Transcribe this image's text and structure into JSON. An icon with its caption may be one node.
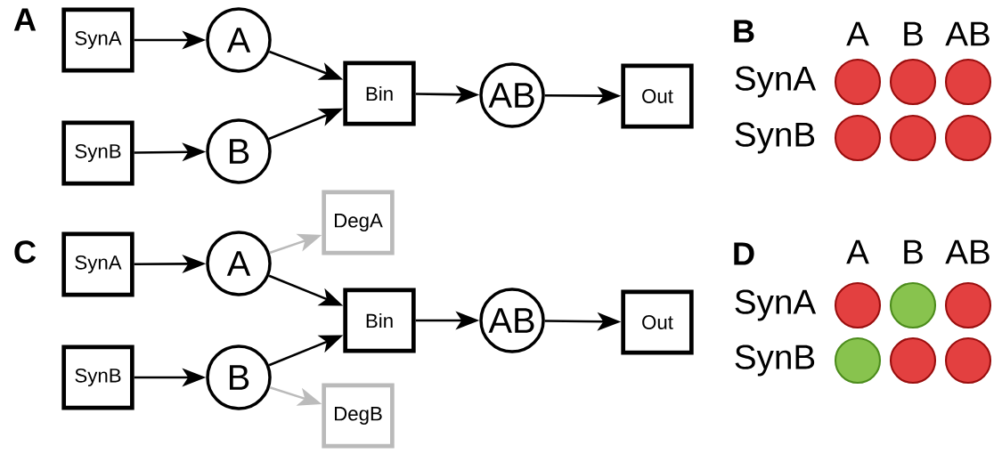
{
  "diagram": {
    "nodes": [
      {
        "text": [
          "SynA"
        ]
      },
      {
        "text": [
          "A"
        ]
      },
      {
        "text": [
          "SynB"
        ]
      },
      {
        "text": [
          "B"
        ]
      },
      {
        "text": [
          "Bin"
        ]
      },
      {
        "text": [
          "AB"
        ]
      },
      {
        "text": [
          "Out"
        ]
      },
      {
        "text": [
          "SynA"
        ]
      },
      {
        "text": [
          "A"
        ]
      },
      {
        "text": [
          "DegA"
        ]
      },
      {
        "text": [
          "SynB"
        ]
      },
      {
        "text": [
          "B"
        ]
      },
      {
        "text": [
          "Bin"
        ]
      },
      {
        "text": [
          "AB"
        ]
      },
      {
        "text": [
          "Out"
        ]
      },
      {
        "text": [
          "DegB"
        ]
      }
    ],
    "edges": [
      {
        "from": 0,
        "to": 1,
        "arrow": "to"
      },
      {
        "from": 2,
        "to": 3,
        "arrow": "to"
      },
      {
        "from": 1,
        "to": 4,
        "arrow": "to"
      },
      {
        "from": 3,
        "to": 4,
        "arrow": "to"
      },
      {
        "from": 4,
        "to": 5,
        "arrow": "to"
      },
      {
        "from": 5,
        "to": 6,
        "arrow": "to"
      },
      {
        "from": 7,
        "to": 8,
        "arrow": "to"
      },
      {
        "from": 8,
        "to": 9,
        "arrow": "to",
        "color": "#bbbbbb"
      },
      {
        "from": 10,
        "to": 11,
        "arrow": "to"
      },
      {
        "from": 8,
        "to": 12,
        "arrow": "to"
      },
      {
        "from": 11,
        "to": 12,
        "arrow": "to"
      },
      {
        "from": 11,
        "to": 15,
        "arrow": "to",
        "color": "#bbbbbb"
      },
      {
        "from": 12,
        "to": 13,
        "arrow": "to"
      },
      {
        "from": 13,
        "to": 14,
        "arrow": "to"
      }
    ],
    "labels": [
      "A",
      "B",
      "A",
      "B",
      "AB",
      "SynA",
      "SynB",
      "C",
      "D",
      "A",
      "B",
      "AB",
      "SynA",
      "SynB"
    ]
  }
}
